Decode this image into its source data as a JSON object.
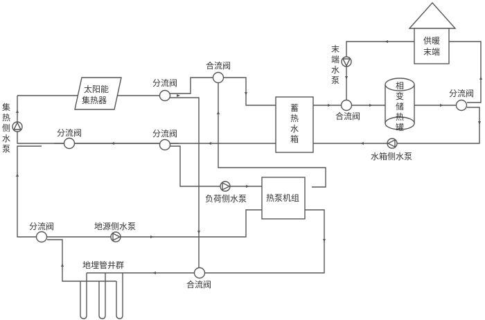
{
  "diagram": {
    "components": {
      "solar_collector": [
        "太阳能",
        "集热器"
      ],
      "heat_storage_tank": [
        "蓄",
        "热",
        "水",
        "箱"
      ],
      "phase_change_tank": [
        "相",
        "变",
        "储",
        "热",
        "罐"
      ],
      "heating_terminal": [
        "供暖",
        "末端"
      ],
      "heat_pump_unit": "热泵机组",
      "ground_well_group": "地埋管井群"
    },
    "pumps": {
      "collector_side": [
        "集",
        "热",
        "侧",
        "水",
        "泵"
      ],
      "terminal": [
        "末",
        "端",
        "水",
        "泵"
      ],
      "tank_side": "水箱侧水泵",
      "load_side": "负荷侧水泵",
      "ground_side": "地源侧水泵"
    },
    "valves": {
      "diverter_label": "分流阀",
      "merge_label": "合流阀"
    }
  }
}
